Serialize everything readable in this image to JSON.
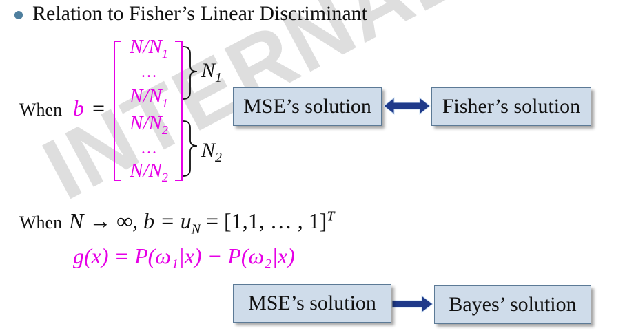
{
  "heading": "Relation to Fisher’s Linear Discriminant",
  "section1": {
    "when_label": "When",
    "b_symbol": "b",
    "equals": "=",
    "vector": [
      {
        "text": "N/N",
        "sub": "1"
      },
      {
        "text": "…",
        "sub": ""
      },
      {
        "text": "N/N",
        "sub": "1"
      },
      {
        "text": "N/N",
        "sub": "2"
      },
      {
        "text": "…",
        "sub": ""
      },
      {
        "text": "N/N",
        "sub": "2"
      }
    ],
    "brace1_label": "N",
    "brace1_sub": "1",
    "brace2_label": "N",
    "brace2_sub": "2",
    "box_left": "MSE’s solution",
    "box_right": "Fisher’s solution"
  },
  "section2": {
    "when_label": "When",
    "formula_text": "N → ∞,    b = u",
    "formula_sub": "N",
    "formula_tail": " = [1,1, … , 1]",
    "formula_sup": "T",
    "g_formula": "g(x) = P(ω₁|x) − P(ω₂|x)",
    "box_left": "MSE’s solution",
    "box_right": "Bayes’ solution"
  },
  "watermark": "INTERNAL USE",
  "colors": {
    "accent_math": "#e600e6",
    "box_fill": "#cfdcea",
    "box_border": "#5c7a96",
    "bullet": "#4f7f9e",
    "arrow": "#1f3a8a"
  }
}
